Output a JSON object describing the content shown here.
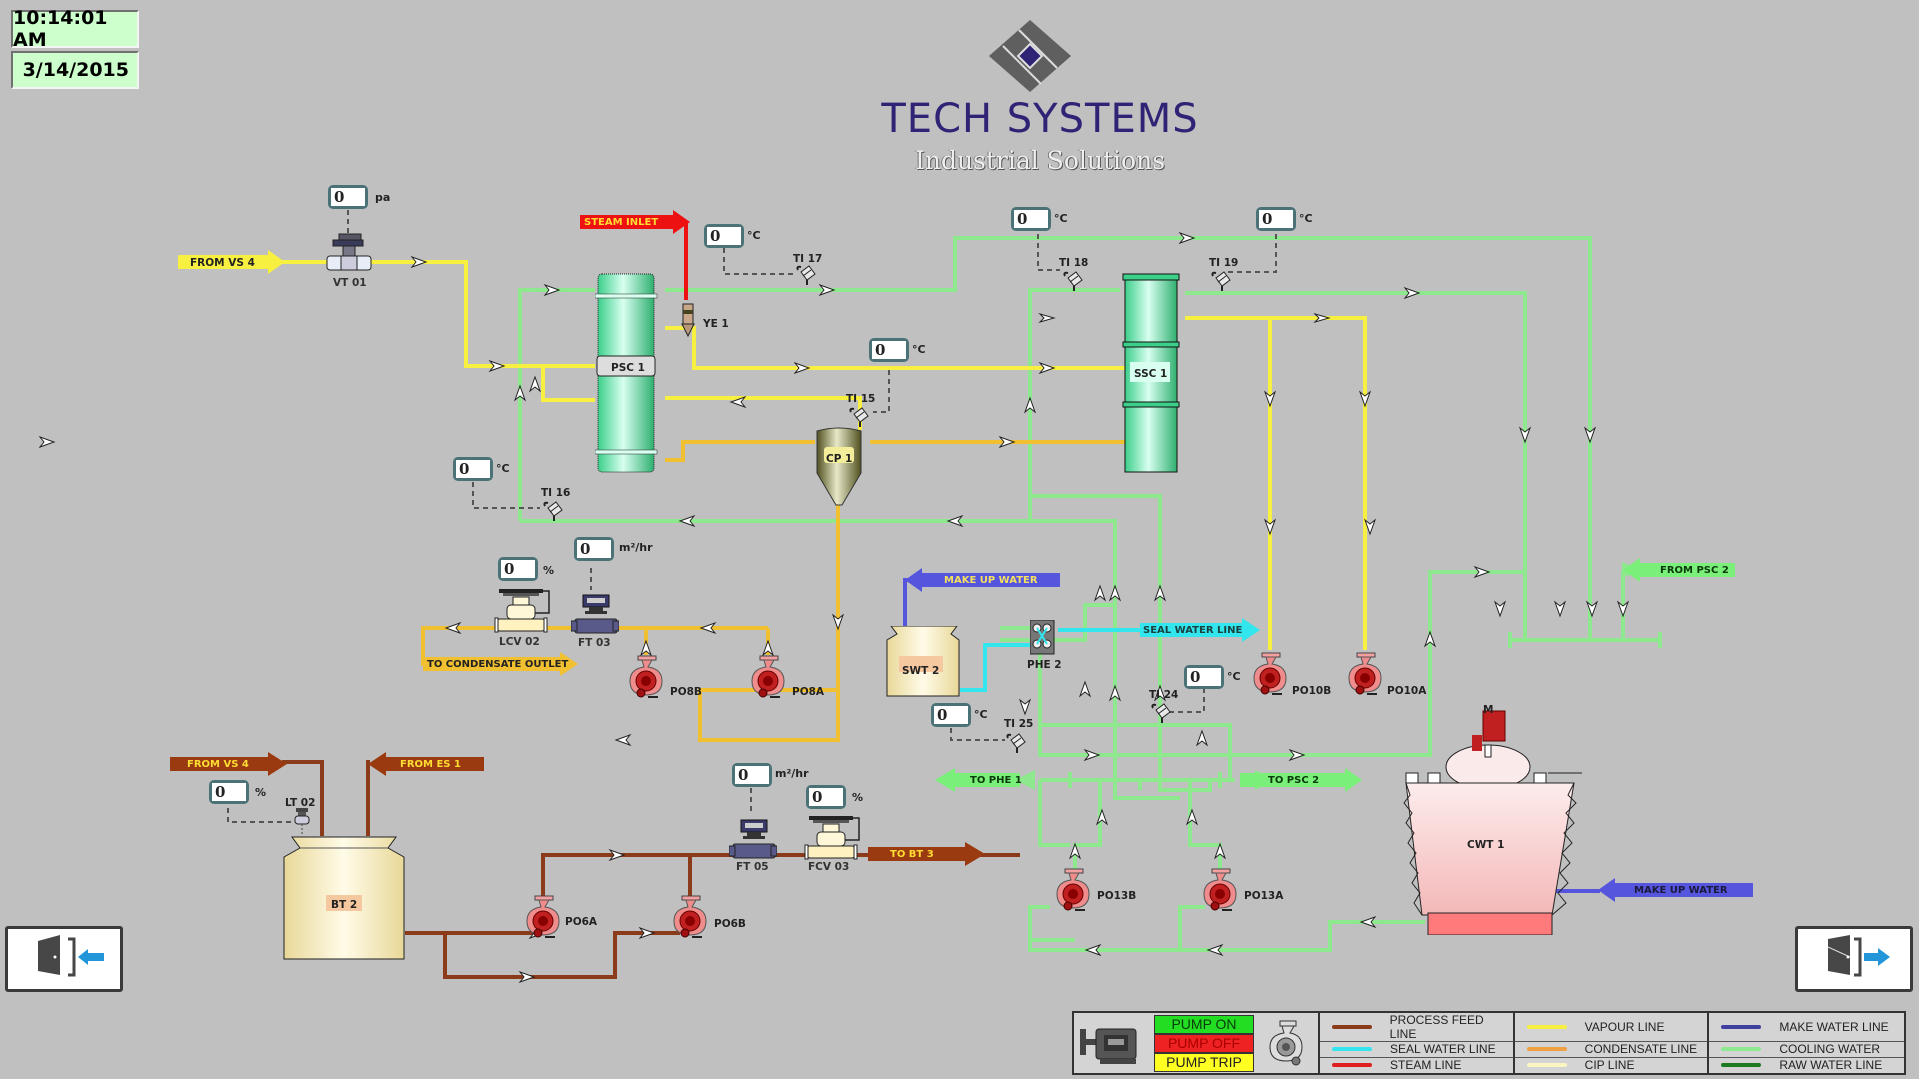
{
  "header": {
    "time": "10:14:01 AM",
    "date": "3/14/2015",
    "brand_name": "TECH SYSTEMS",
    "brand_tagline": "Industrial Solutions"
  },
  "colors": {
    "background": "#c0c0c0",
    "process_feed": "#8b3a1a",
    "vapour": "#f8f040",
    "make_water": "#5555dd",
    "seal_water": "#33e6ee",
    "condensate": "#f0c030",
    "cooling_water": "#8ee88e",
    "steam": "#ee1111",
    "cip": "#fbf6c0",
    "raw_water": "#1e7a1e",
    "display_frame": "#4b7377",
    "pump_on": "#22dd22",
    "pump_off": "#ee2222",
    "pump_trip": "#ffff22"
  },
  "line_labels": {
    "from_vs4_vapour": "FROM VS 4",
    "steam_inlet": "STEAM INLET",
    "to_condensate_outlet": "TO CONDENSATE OUTLET",
    "make_up_water_swt": "MAKE UP WATER",
    "seal_water_line": "SEAL WATER LINE",
    "from_psc2": "FROM PSC 2",
    "to_phe1": "TO PHE 1",
    "to_psc2": "TO PSC 2",
    "from_vs4_feed": "FROM VS 4",
    "from_es1": "FROM ES 1",
    "to_bt3": "TO BT 3",
    "make_up_water_cwt": "MAKE UP WATER"
  },
  "instruments": [
    {
      "id": "vt01",
      "tag": "VT 01",
      "value": "0",
      "unit": "pa"
    },
    {
      "id": "ti17",
      "tag": "TI 17",
      "value": "0",
      "unit": "°C"
    },
    {
      "id": "ti18",
      "tag": "TI 18",
      "value": "0",
      "unit": "°C"
    },
    {
      "id": "ti19",
      "tag": "TI 19",
      "value": "0",
      "unit": "°C"
    },
    {
      "id": "ti15",
      "tag": "TI 15",
      "value": "0",
      "unit": "°C"
    },
    {
      "id": "ti16",
      "tag": "TI 16",
      "value": "0",
      "unit": "°C"
    },
    {
      "id": "lcv02",
      "tag": "LCV 02",
      "value": "0",
      "unit": "%"
    },
    {
      "id": "ft03",
      "tag": "FT 03",
      "value": "0",
      "unit": "m²/hr"
    },
    {
      "id": "ti24",
      "tag": "TI 24",
      "value": "0",
      "unit": "°C"
    },
    {
      "id": "ti25",
      "tag": "TI 25",
      "value": "0",
      "unit": "°C"
    },
    {
      "id": "lt02",
      "tag": "LT 02",
      "value": "0",
      "unit": "%"
    },
    {
      "id": "ft05",
      "tag": "FT 05",
      "value": "0",
      "unit": "m²/hr"
    },
    {
      "id": "fcv03",
      "tag": "FCV 03",
      "value": "0",
      "unit": "%"
    }
  ],
  "equipment": {
    "psc1": "PSC 1",
    "ssc1": "SSC 1",
    "cp1": "CP 1",
    "ye1": "YE 1",
    "swt2": "SWT 2",
    "phe2": "PHE 2",
    "bt2": "BT 2",
    "cwt1": "CWT 1",
    "motor": "M"
  },
  "pumps": {
    "po8b": "PO8B",
    "po8a": "PO8A",
    "po10b": "PO10B",
    "po10a": "PO10A",
    "po13b": "PO13B",
    "po13a": "PO13A",
    "po6a": "PO6A",
    "po6b": "PO6B"
  },
  "navigation": {
    "back_icon": "exit-door-left-icon",
    "next_icon": "exit-door-right-icon"
  },
  "legend": {
    "pump_status": [
      "PUMP ON",
      "PUMP OFF",
      "PUMP TRIP"
    ],
    "lines": [
      {
        "label": "PROCESS FEED LINE",
        "color": "#8b3a1a"
      },
      {
        "label": "VAPOUR LINE",
        "color": "#f8f040"
      },
      {
        "label": "MAKE WATER LINE",
        "color": "#4040a0"
      },
      {
        "label": "SEAL WATER LINE",
        "color": "#33e6ee"
      },
      {
        "label": "CONDENSATE LINE",
        "color": "#f0a040"
      },
      {
        "label": "COOLING WATER",
        "color": "#8ee88e"
      },
      {
        "label": "STEAM LINE",
        "color": "#e02020"
      },
      {
        "label": "CIP LINE",
        "color": "#fbf6c0"
      },
      {
        "label": "RAW WATER LINE",
        "color": "#1e7a1e"
      }
    ]
  }
}
